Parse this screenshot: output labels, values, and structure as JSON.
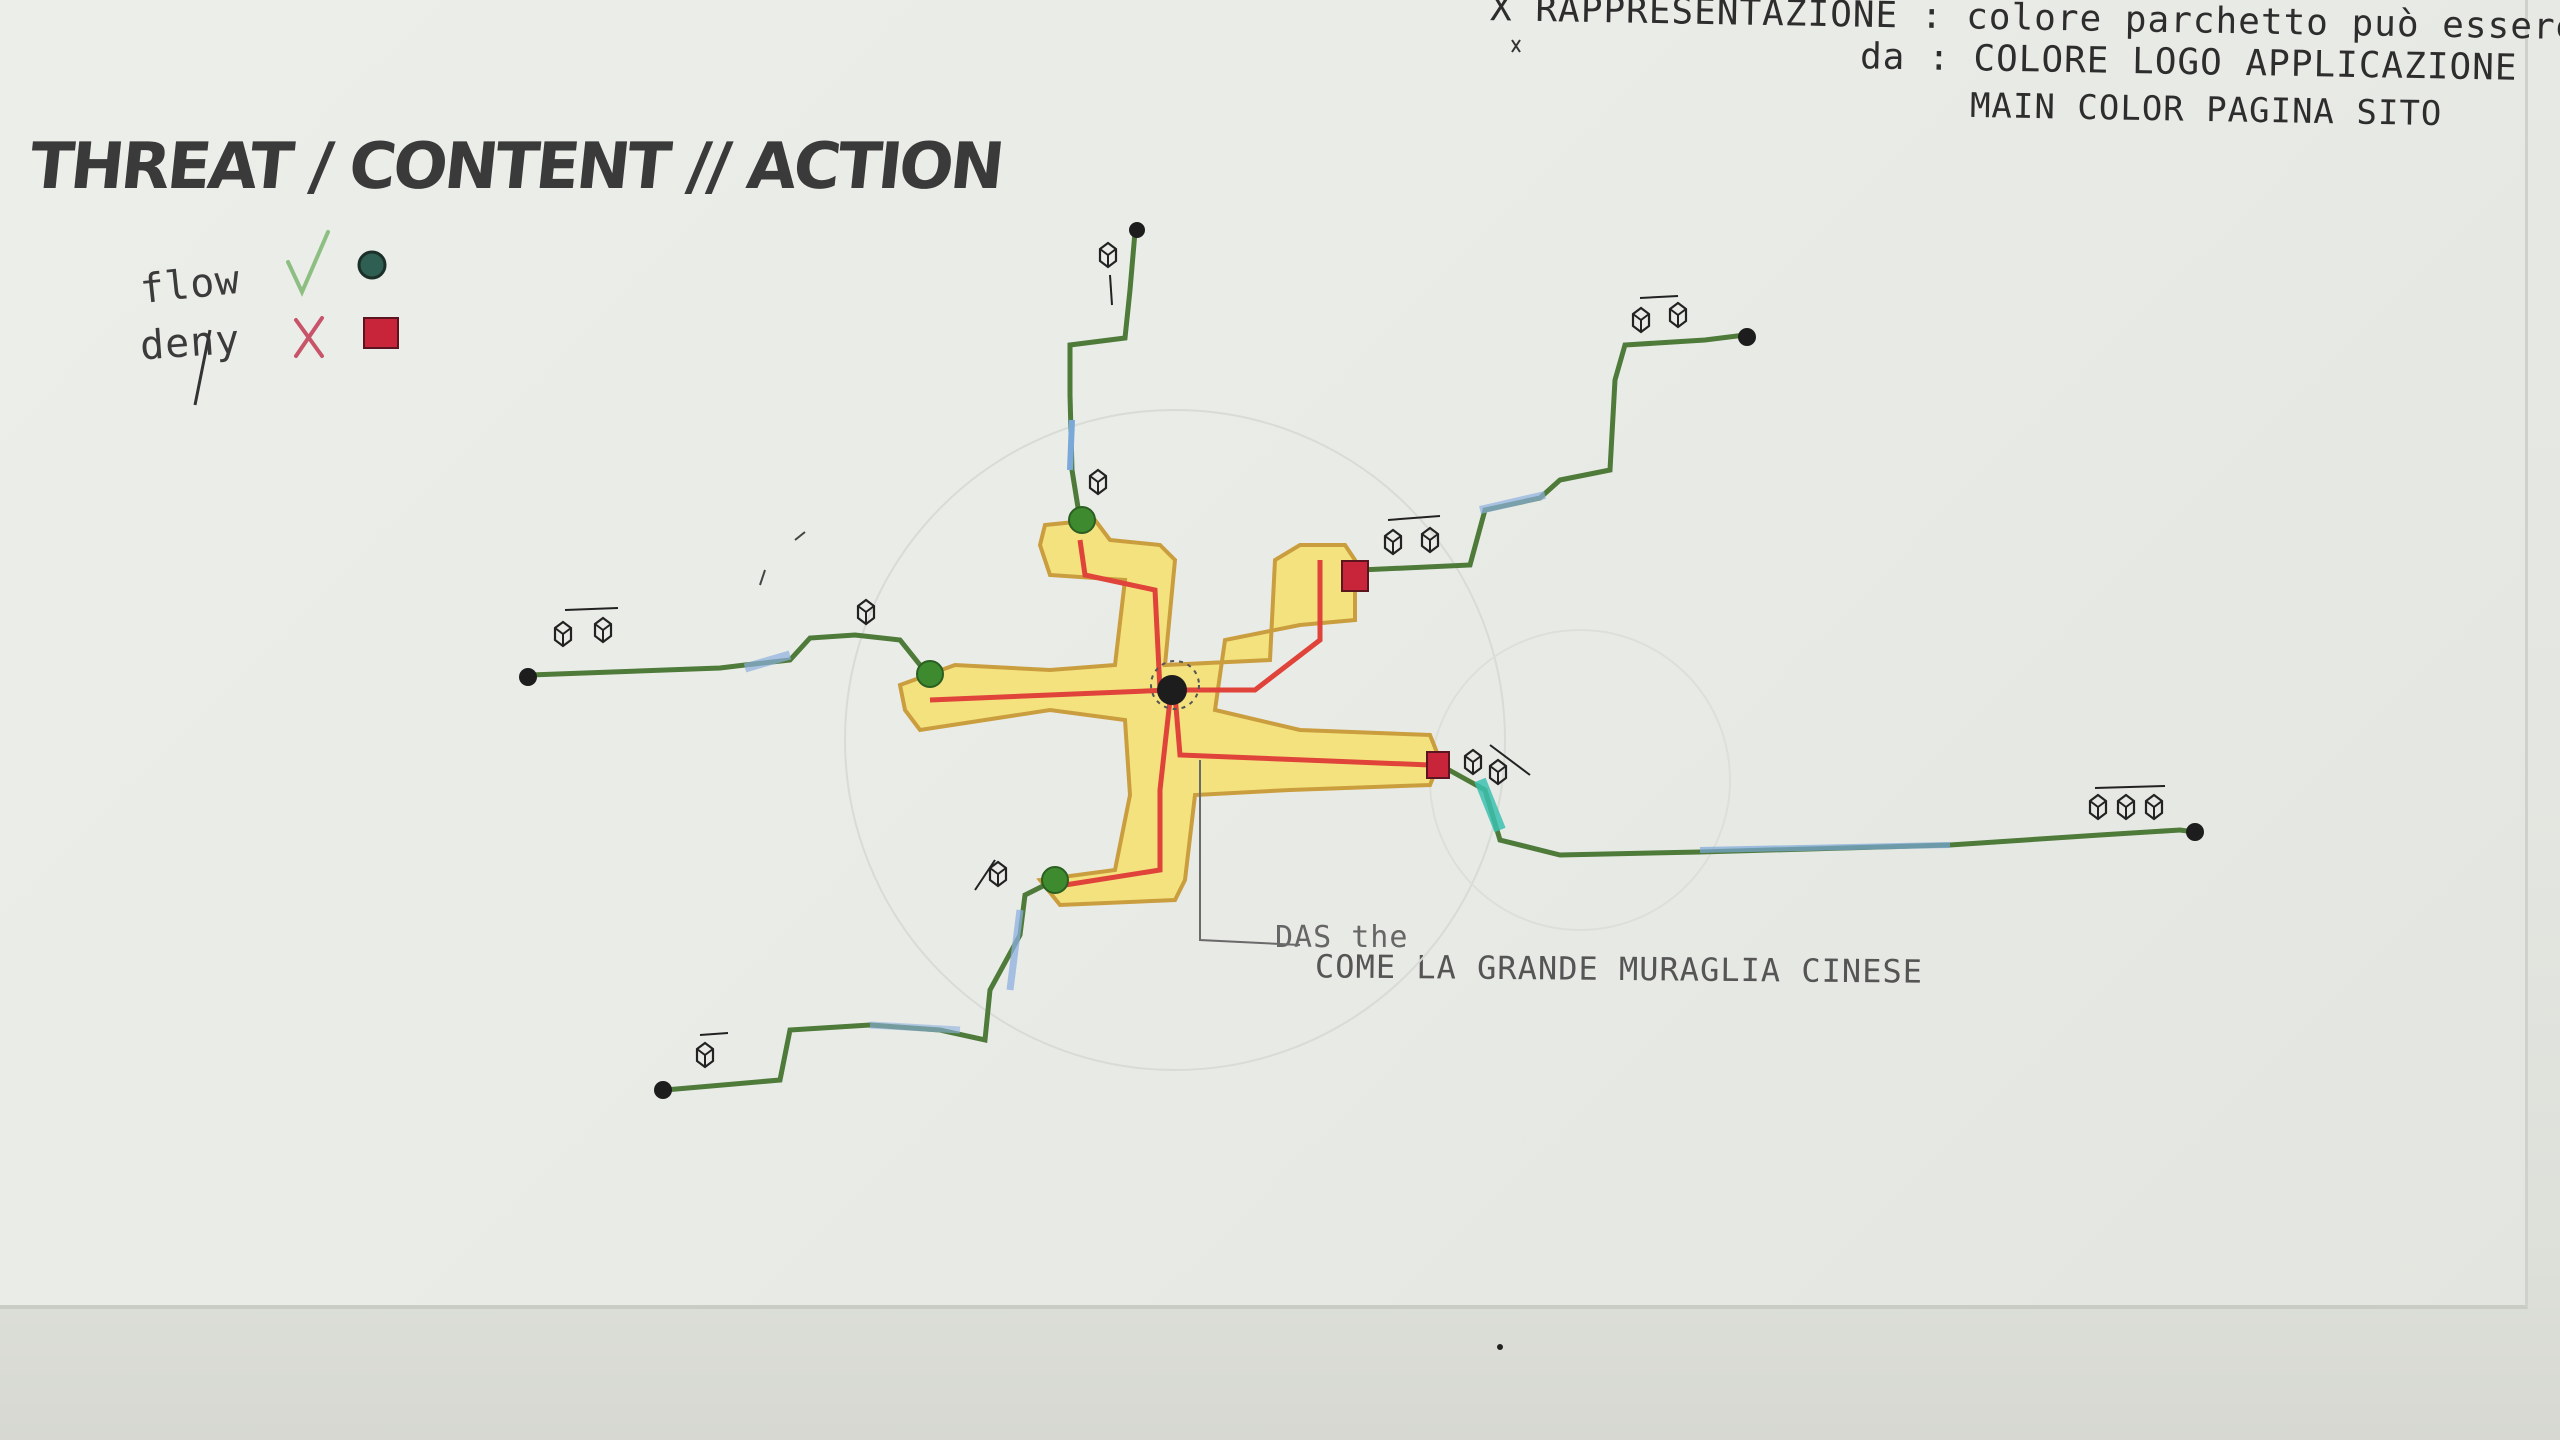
{
  "title": "THREAT / CONTENT // ACTION",
  "legend": {
    "flow_label": "flow",
    "deny_label": "deny",
    "flow_color": "#2f5f52",
    "deny_color": "#c8243a"
  },
  "notes": {
    "line1": "X  RAPPRESENTAZIONE : colore parchetto può essere determinato",
    "line2": "da :   COLORE LOGO APPLICAZIONE",
    "line3": "MAIN COLOR PAGINA SITO"
  },
  "annotation": {
    "struck": "DAS the",
    "wall": "COME LA GRANDE MURAGLIA CINESE"
  },
  "colors": {
    "firewall_fill": "#f5e27a",
    "firewall_stroke": "#e0782a",
    "inner_path": "#e0433a",
    "path_green": "#4e7a3a",
    "path_blue": "#7aa8d8",
    "path_teal": "#3cc1b0",
    "node_dark": "#1d1d1d"
  },
  "icons": [
    "packet-icon",
    "allow-check-icon",
    "deny-x-icon"
  ]
}
